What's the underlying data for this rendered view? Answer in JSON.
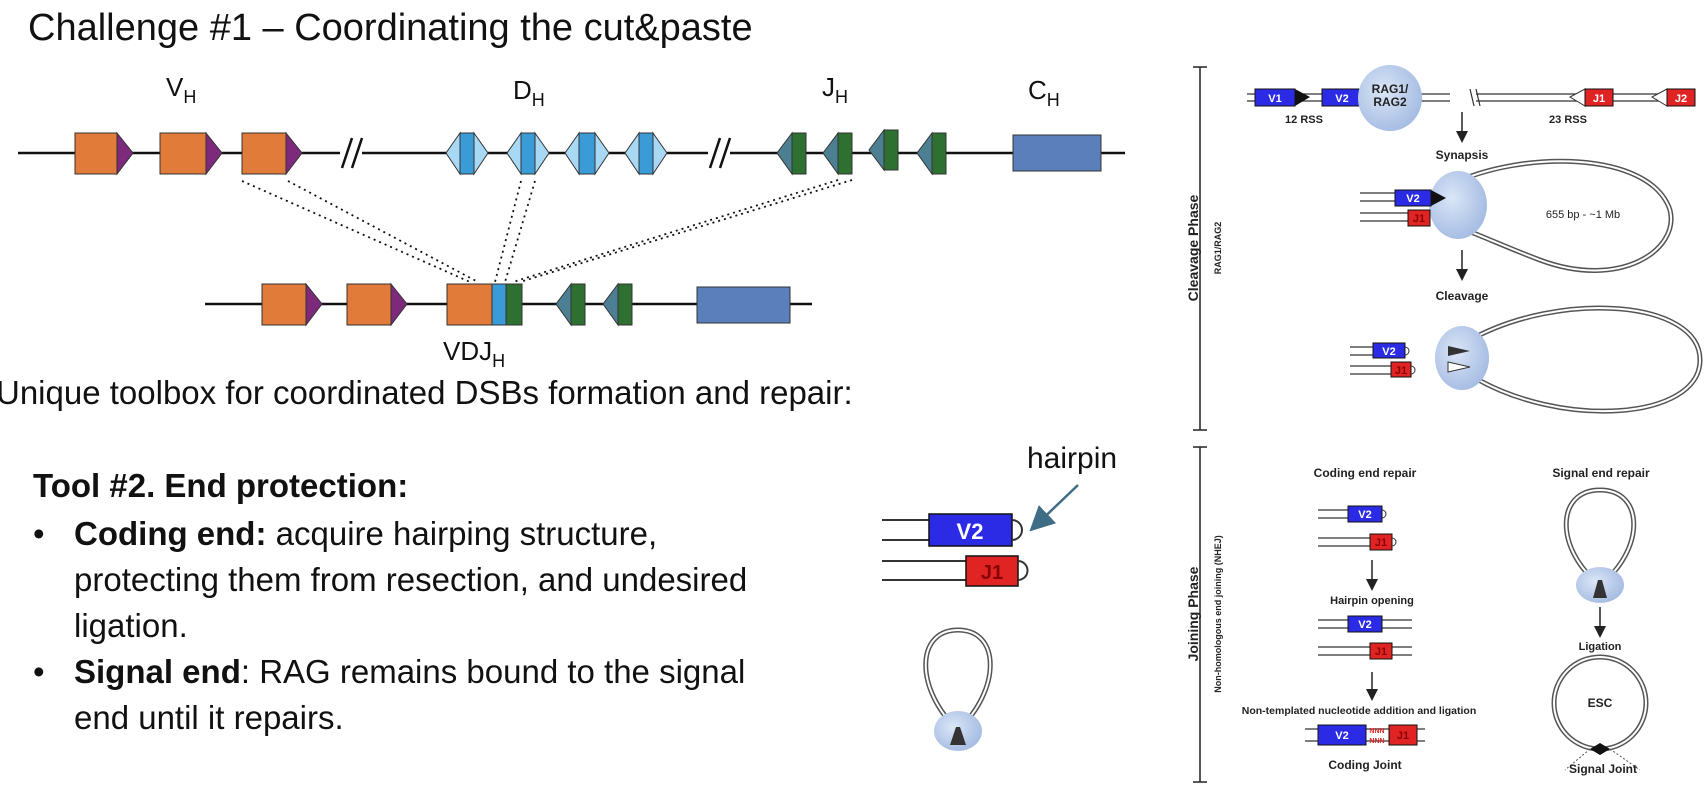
{
  "slide": {
    "title": "Challenge #1 – Coordinating the cut&paste",
    "loci": [
      {
        "base": "V",
        "sub": "H"
      },
      {
        "base": "D",
        "sub": "H"
      },
      {
        "base": "J",
        "sub": "H"
      },
      {
        "base": "C",
        "sub": "H"
      }
    ],
    "vdj_label": {
      "base": "VDJ",
      "sub": "H"
    },
    "intro": "Unique toolbox for coordinated DSBs formation and repair:",
    "tool_heading": "Tool #2. End protection:",
    "bullets": [
      {
        "term": "Coding end:",
        "lines": [
          " acquire hairping structure,",
          "protecting them from resection, and undesired",
          "ligation."
        ]
      },
      {
        "term": "Signal end",
        "lines": [
          ": RAG remains bound to the signal",
          "end until it repairs."
        ]
      }
    ],
    "hairpin_label": "hairpin",
    "inset": {
      "v2": "V2",
      "j1": "J1"
    }
  },
  "figure": {
    "labels": {
      "v1": "V1",
      "v2": "V2",
      "j1": "J1",
      "j2": "J2",
      "rss12": "12 RSS",
      "rss23": "23 RSS",
      "rag_line1": "RAG1/",
      "rag_line2": "RAG2",
      "synapsis": "Synapsis",
      "distance": "655 bp - ~1 Mb",
      "cleavage": "Cleavage",
      "cleavage_phase": "Cleavage Phase",
      "rag_side": "RAG1/RAG2",
      "joining_phase": "Joining Phase",
      "nhej_side": "Non-homologous end joining (NHEJ)",
      "coding_end_repair": "Coding end repair",
      "signal_end_repair": "Signal end repair",
      "hairpin_opening": "Hairpin opening",
      "ligation": "Ligation",
      "esc": "ESC",
      "nontemplated": "Non-templated nucleotide addition and ligation",
      "nnn": "NNN",
      "coding_joint": "Coding Joint",
      "signal_joint": "Signal Joint"
    },
    "colors": {
      "v_block": "#2b2be6",
      "j_block": "#e02424",
      "rag": "#b9cbe9"
    }
  },
  "colors": {
    "v_segment": "#e07b39",
    "v_signal": "#7d2a7d",
    "d_segment": "#3a9bd6",
    "d_signal": "#a9d8f5",
    "j_segment": "#2e7032",
    "j_signal": "#4d7f93",
    "c_segment": "#5a7fba",
    "arrow": "#3e6d85"
  }
}
